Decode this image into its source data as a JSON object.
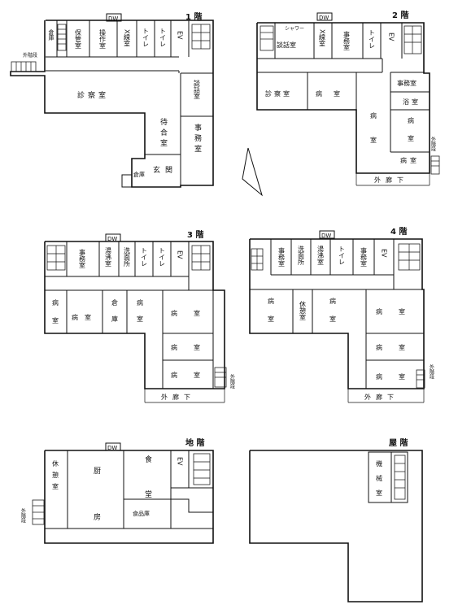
{
  "floor_labels": {
    "f1": "1 階",
    "f2": "2 階",
    "f3": "3 階",
    "f4": "4 階",
    "b1": "地 階",
    "roof": "屋 階"
  },
  "dw": "DW",
  "words": {
    "storage": "倉庫",
    "guard_room": "保管室",
    "operation_room": "操作室",
    "xray_room": "X線室",
    "toilet": "トイレ",
    "ev": "EV",
    "shower": "シャワー",
    "consult_room": "談話室",
    "office": "事務室",
    "exam_room": "診察室",
    "waiting_room": "待合室",
    "entrance": "玄関",
    "ward": "病室",
    "bath_room": "浴室",
    "outer_stairs": "外階段",
    "outer_corridor": "外廊下",
    "hot_water_room": "湯沸室",
    "washroom": "洗面所",
    "lounge": "休憩室",
    "kitchen": "厨房",
    "dining": "食堂",
    "food_storage": "食品庫",
    "machine_room": "機械室",
    "small_storage": "倉庫"
  }
}
